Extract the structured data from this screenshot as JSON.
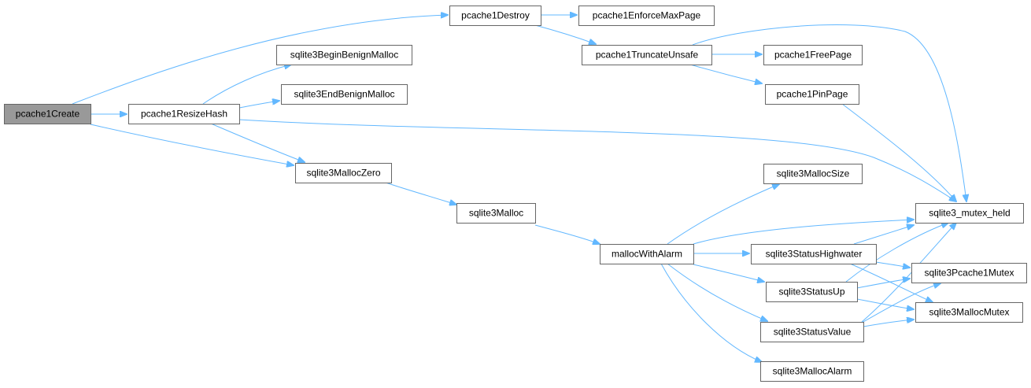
{
  "graph": {
    "root_color": "#999999",
    "edge_color": "#63b8ff",
    "nodes": [
      {
        "id": "pcache1Create",
        "label": "pcache1Create",
        "root": true
      },
      {
        "id": "pcache1Destroy",
        "label": "pcache1Destroy"
      },
      {
        "id": "pcache1EnforceMaxPage",
        "label": "pcache1EnforceMaxPage"
      },
      {
        "id": "pcache1TruncateUnsafe",
        "label": "pcache1TruncateUnsafe"
      },
      {
        "id": "pcache1FreePage",
        "label": "pcache1FreePage"
      },
      {
        "id": "pcache1PinPage",
        "label": "pcache1PinPage"
      },
      {
        "id": "sqlite3BeginBenignMalloc",
        "label": "sqlite3BeginBenignMalloc"
      },
      {
        "id": "sqlite3EndBenignMalloc",
        "label": "sqlite3EndBenignMalloc"
      },
      {
        "id": "pcache1ResizeHash",
        "label": "pcache1ResizeHash"
      },
      {
        "id": "sqlite3MallocZero",
        "label": "sqlite3MallocZero"
      },
      {
        "id": "sqlite3Malloc",
        "label": "sqlite3Malloc"
      },
      {
        "id": "mallocWithAlarm",
        "label": "mallocWithAlarm"
      },
      {
        "id": "sqlite3MallocSize",
        "label": "sqlite3MallocSize"
      },
      {
        "id": "sqlite3_mutex_held",
        "label": "sqlite3_mutex_held"
      },
      {
        "id": "sqlite3StatusHighwater",
        "label": "sqlite3StatusHighwater"
      },
      {
        "id": "sqlite3Pcache1Mutex",
        "label": "sqlite3Pcache1Mutex"
      },
      {
        "id": "sqlite3StatusUp",
        "label": "sqlite3StatusUp"
      },
      {
        "id": "sqlite3MallocMutex",
        "label": "sqlite3MallocMutex"
      },
      {
        "id": "sqlite3StatusValue",
        "label": "sqlite3StatusValue"
      },
      {
        "id": "sqlite3MallocAlarm",
        "label": "sqlite3MallocAlarm"
      }
    ],
    "edges": [
      {
        "from": "pcache1Create",
        "to": "pcache1Destroy"
      },
      {
        "from": "pcache1Create",
        "to": "pcache1ResizeHash"
      },
      {
        "from": "pcache1Create",
        "to": "sqlite3MallocZero"
      },
      {
        "from": "pcache1Destroy",
        "to": "pcache1EnforceMaxPage"
      },
      {
        "from": "pcache1Destroy",
        "to": "pcache1TruncateUnsafe"
      },
      {
        "from": "pcache1TruncateUnsafe",
        "to": "pcache1FreePage"
      },
      {
        "from": "pcache1TruncateUnsafe",
        "to": "pcache1PinPage"
      },
      {
        "from": "pcache1TruncateUnsafe",
        "to": "sqlite3_mutex_held"
      },
      {
        "from": "pcache1PinPage",
        "to": "sqlite3_mutex_held"
      },
      {
        "from": "pcache1ResizeHash",
        "to": "sqlite3BeginBenignMalloc"
      },
      {
        "from": "pcache1ResizeHash",
        "to": "sqlite3EndBenignMalloc"
      },
      {
        "from": "pcache1ResizeHash",
        "to": "sqlite3MallocZero"
      },
      {
        "from": "pcache1ResizeHash",
        "to": "sqlite3_mutex_held"
      },
      {
        "from": "sqlite3MallocZero",
        "to": "sqlite3Malloc"
      },
      {
        "from": "sqlite3Malloc",
        "to": "mallocWithAlarm"
      },
      {
        "from": "mallocWithAlarm",
        "to": "sqlite3MallocSize"
      },
      {
        "from": "mallocWithAlarm",
        "to": "sqlite3_mutex_held"
      },
      {
        "from": "mallocWithAlarm",
        "to": "sqlite3StatusHighwater"
      },
      {
        "from": "mallocWithAlarm",
        "to": "sqlite3StatusUp"
      },
      {
        "from": "mallocWithAlarm",
        "to": "sqlite3StatusValue"
      },
      {
        "from": "mallocWithAlarm",
        "to": "sqlite3MallocAlarm"
      },
      {
        "from": "sqlite3StatusHighwater",
        "to": "sqlite3_mutex_held"
      },
      {
        "from": "sqlite3StatusHighwater",
        "to": "sqlite3Pcache1Mutex"
      },
      {
        "from": "sqlite3StatusHighwater",
        "to": "sqlite3MallocMutex"
      },
      {
        "from": "sqlite3StatusUp",
        "to": "sqlite3_mutex_held"
      },
      {
        "from": "sqlite3StatusUp",
        "to": "sqlite3Pcache1Mutex"
      },
      {
        "from": "sqlite3StatusUp",
        "to": "sqlite3MallocMutex"
      },
      {
        "from": "sqlite3StatusValue",
        "to": "sqlite3_mutex_held"
      },
      {
        "from": "sqlite3StatusValue",
        "to": "sqlite3Pcache1Mutex"
      },
      {
        "from": "sqlite3StatusValue",
        "to": "sqlite3MallocMutex"
      }
    ]
  }
}
